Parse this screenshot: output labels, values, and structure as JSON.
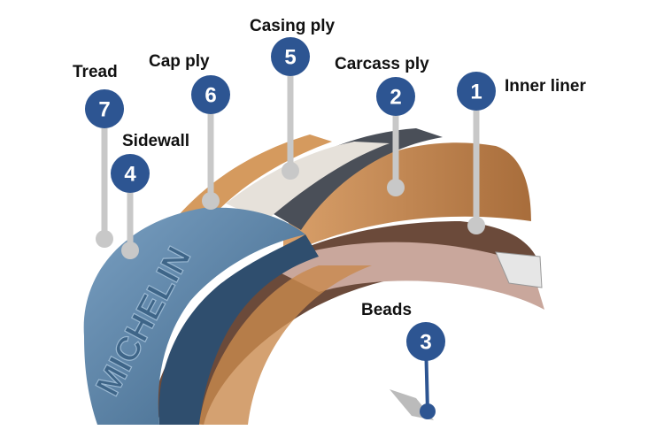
{
  "brand_text": "MICHELIN",
  "colors": {
    "marker": "#2d5592",
    "leader": "#c8c8c8",
    "bead_leader": "#2d5592",
    "tread": "#5f87ab",
    "carcass": "#c98a4e",
    "casing": "#e8e4de"
  },
  "components": [
    {
      "number": "1",
      "label": "Inner liner"
    },
    {
      "number": "2",
      "label": "Carcass ply"
    },
    {
      "number": "3",
      "label": "Beads"
    },
    {
      "number": "4",
      "label": "Sidewall"
    },
    {
      "number": "5",
      "label": "Casing ply"
    },
    {
      "number": "6",
      "label": "Cap ply"
    },
    {
      "number": "7",
      "label": "Tread"
    }
  ]
}
